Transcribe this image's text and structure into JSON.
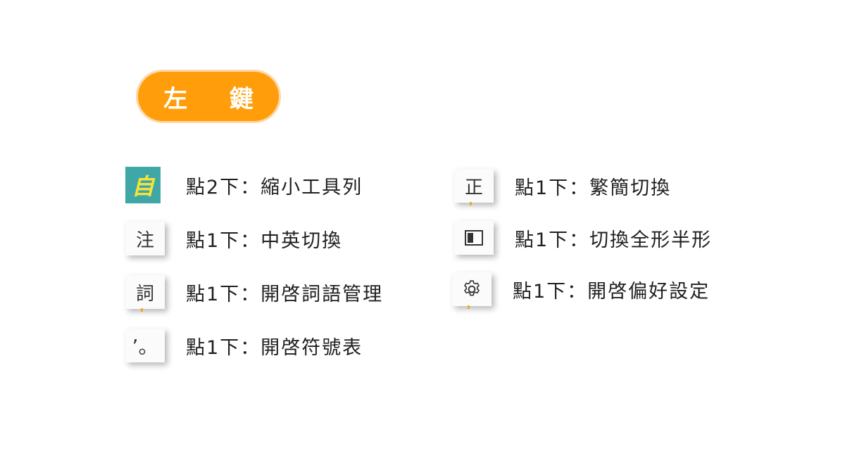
{
  "header": {
    "title": "左 鍵",
    "accent_color": "#ff9d0a"
  },
  "left_column": [
    {
      "icon": "auto-mode-icon",
      "icon_text": "自",
      "label": "點2下：縮小工具列"
    },
    {
      "icon": "zhuyin-icon",
      "icon_text": "注",
      "label": "點1下：中英切換"
    },
    {
      "icon": "phrase-icon",
      "icon_text": "詞",
      "label": "點1下：開啓詞語管理"
    },
    {
      "icon": "punctuation-icon",
      "icon_text": "’。",
      "label": "點1下：開啓符號表"
    }
  ],
  "right_column": [
    {
      "icon": "traditional-simplified-icon",
      "icon_text": "正",
      "label": "點1下：繁簡切換"
    },
    {
      "icon": "full-half-width-icon",
      "icon_text": "",
      "label": "點1下：切換全形半形"
    },
    {
      "icon": "gear-icon",
      "icon_text": "",
      "label": "點1下：開啓偏好設定"
    }
  ]
}
